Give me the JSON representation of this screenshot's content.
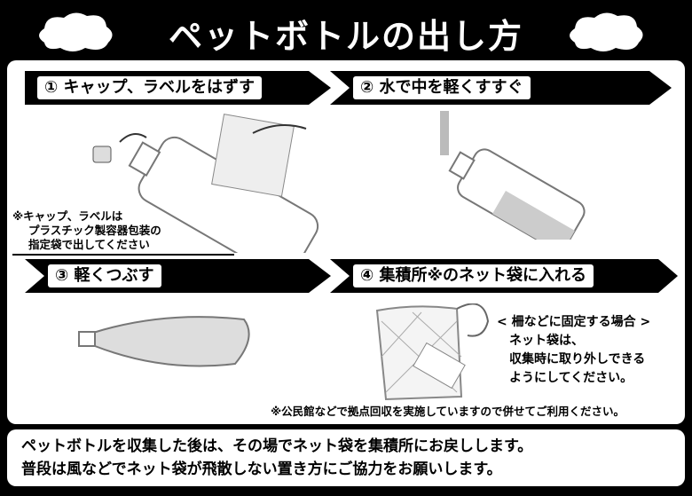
{
  "header": {
    "title": "ペットボトルの出し方",
    "cloud_left": "?",
    "cloud_right": "??"
  },
  "steps": [
    {
      "label": "① キャップ、ラベルをはずす"
    },
    {
      "label": "② 水で中を軽くすすぐ"
    },
    {
      "label": "③ 軽くつぶす"
    },
    {
      "label": "④ 集積所※のネット袋に入れる"
    }
  ],
  "cap_note": [
    "※キャップ、ラベルは",
    "プラスチック製容器包装の",
    "指定袋で出してください"
  ],
  "fence_note": {
    "heading": "< 柵などに固定する場合 >",
    "lines": [
      "ネット袋は、",
      "収集時に取り外しできる",
      "ようにしてください。"
    ]
  },
  "footnote": "※公民館などで拠点回収を実施していますので併せてご利用ください。",
  "bottom": [
    "ペットボトルを収集した後は、その場でネット袋を集積所にお戻しします。",
    "普段は風などでネット袋が飛散しない置き方にご協力をお願いします。"
  ]
}
